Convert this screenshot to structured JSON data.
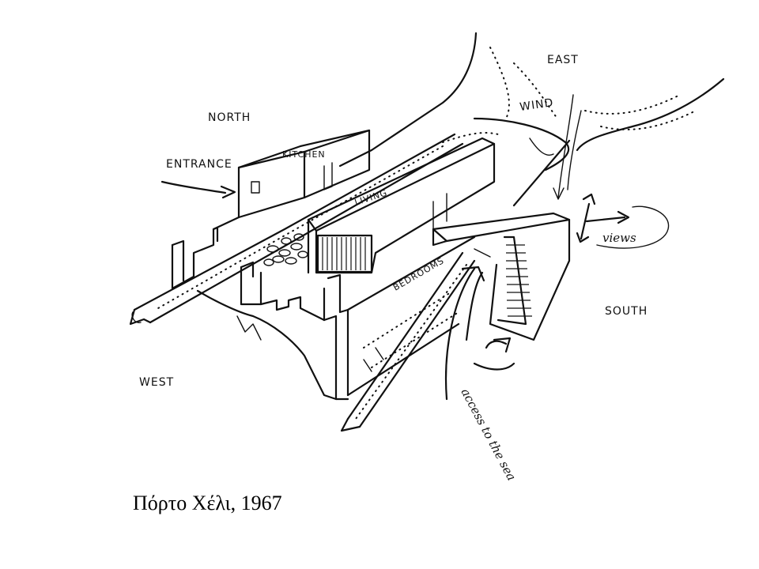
{
  "diagram": {
    "labels": {
      "north": "NORTH",
      "east": "EAST",
      "wind": "WIND",
      "entrance": "ENTRANCE",
      "kitchen": "KITCHEN",
      "living": "LIVING",
      "bedrooms": "BEDROOMS",
      "views": "views",
      "south": "SOUTH",
      "west": "WEST",
      "access": "access to the sea"
    }
  },
  "caption": "Πόρτο Χέλι, 1967"
}
